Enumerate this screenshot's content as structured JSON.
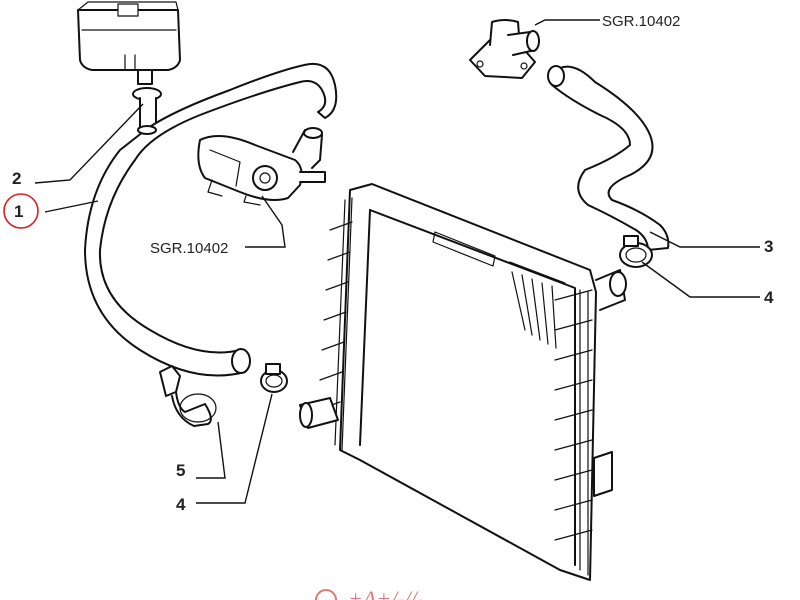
{
  "callouts": {
    "c1": "1",
    "c2": "2",
    "c3": "3",
    "c4_right": "4",
    "c4_bottom": "4",
    "c5": "5"
  },
  "references": {
    "ref_top": "SGR.10402",
    "ref_mid": "SGR.10402"
  },
  "highlight": {
    "circle_color": "#d62020",
    "target": "1"
  },
  "watermark": {
    "text": "+A+/-//-",
    "color": "#e07a7a"
  },
  "icons": [
    "expansion-tank",
    "thermostat-housing",
    "outlet-flange",
    "radiator",
    "hose-clamp",
    "bracket"
  ]
}
